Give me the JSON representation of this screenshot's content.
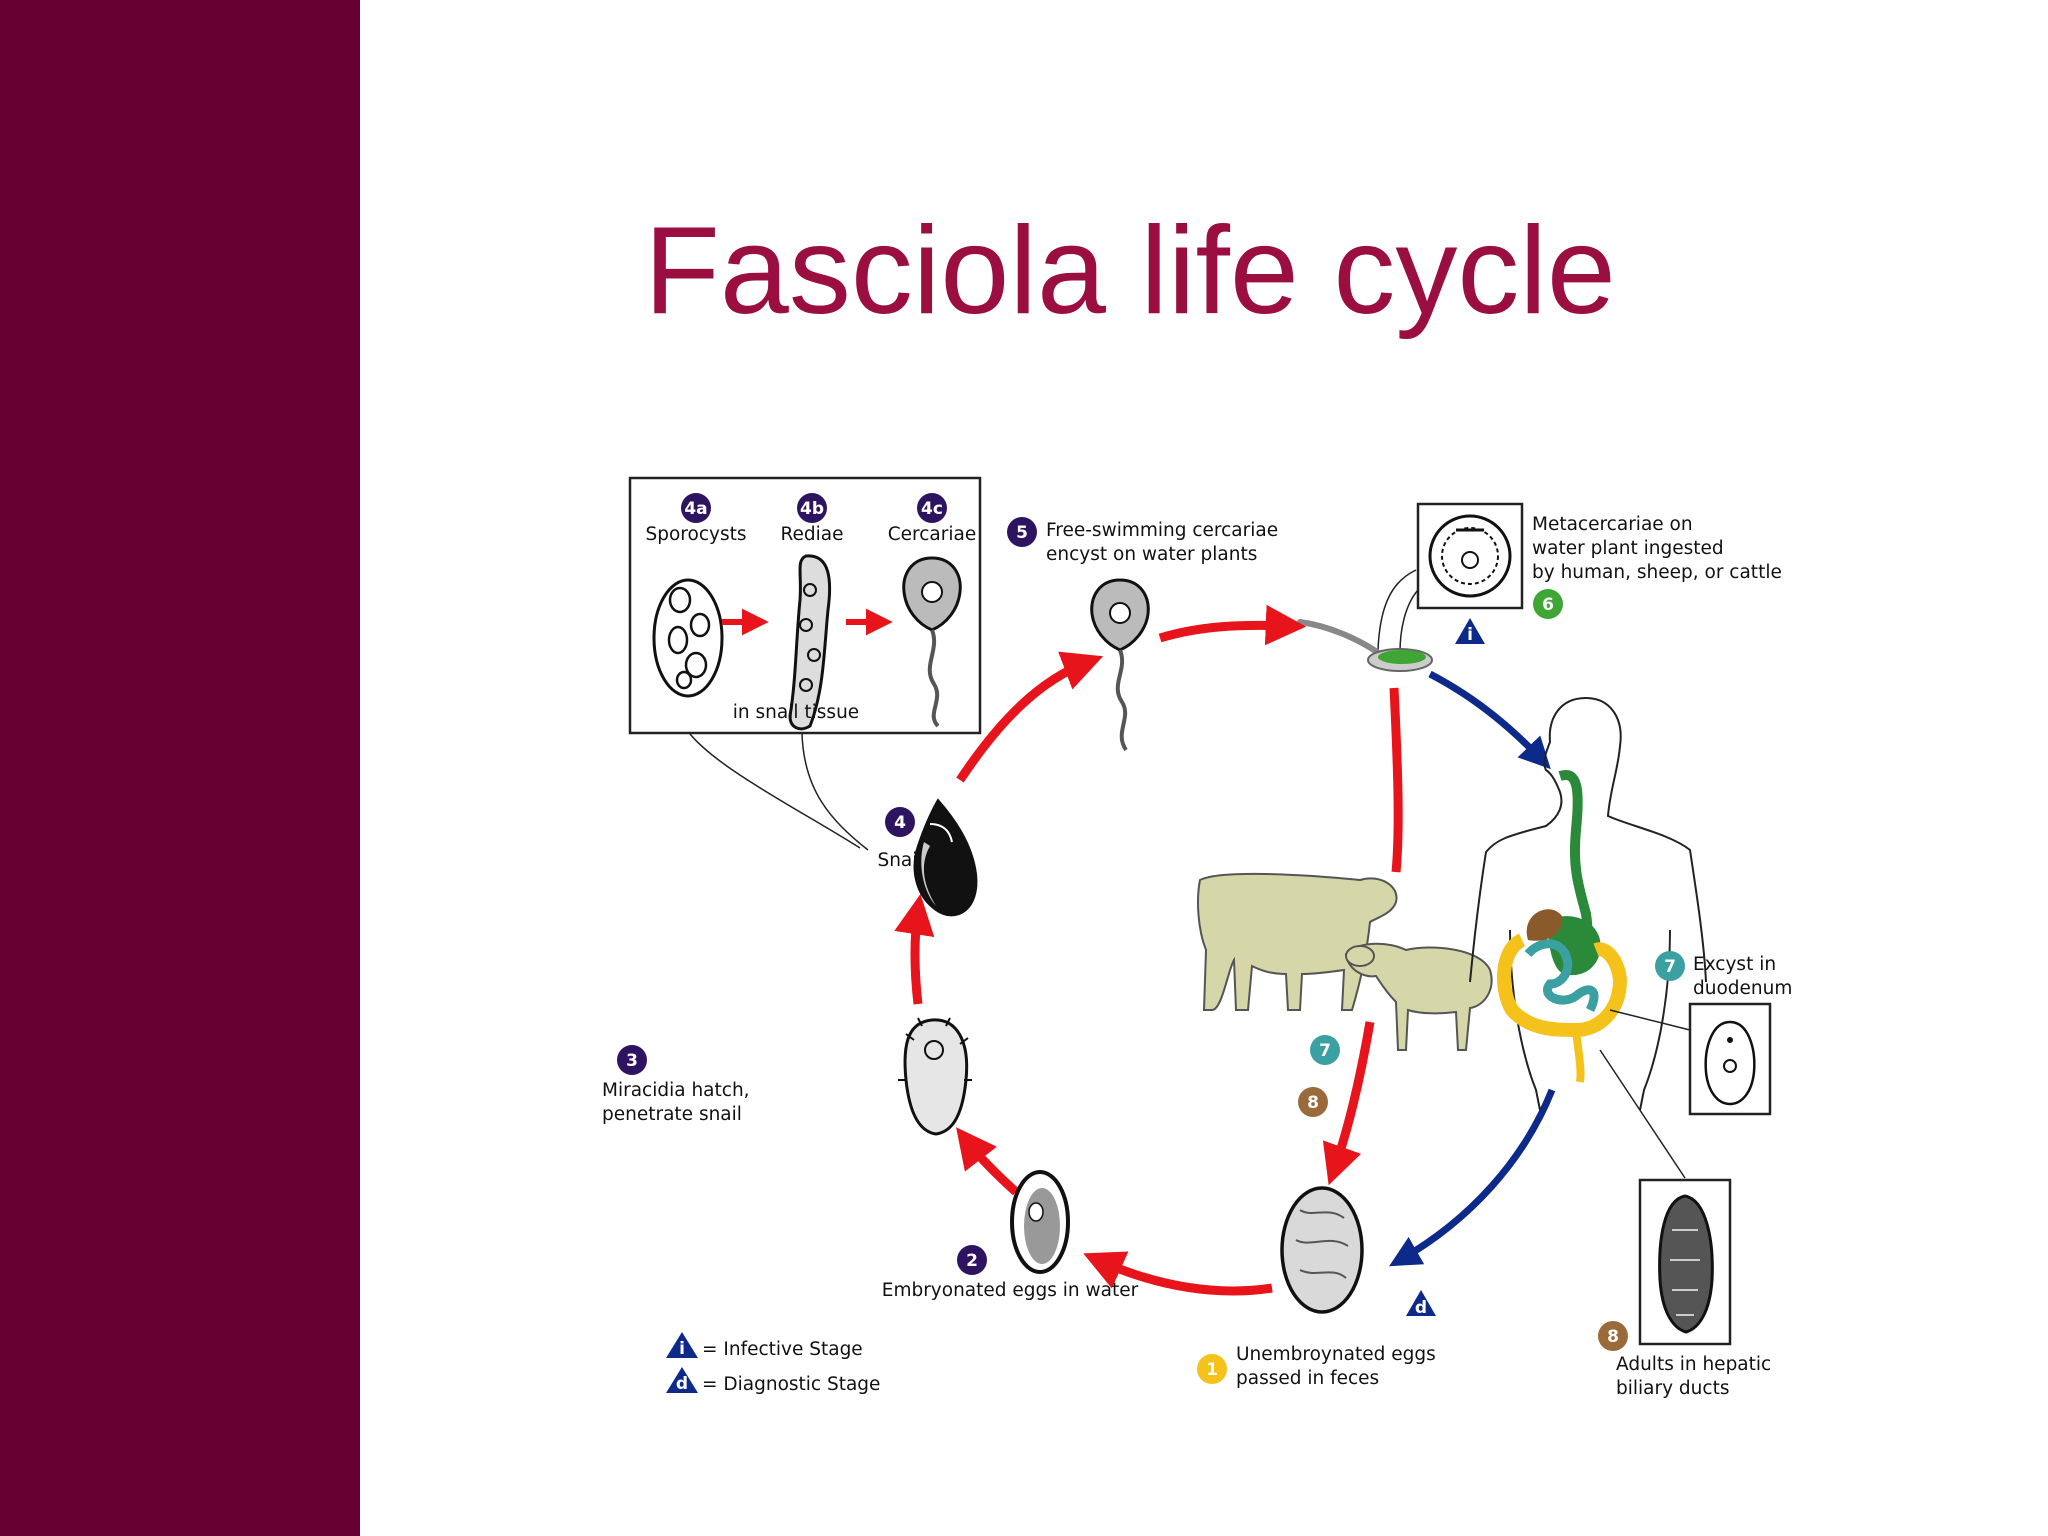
{
  "slide": {
    "title": "Fasciola life cycle",
    "colors": {
      "sidebar": "#660033",
      "title": "#9b0f40"
    }
  },
  "diagram": {
    "colors": {
      "snail_arrows": "#e8141b",
      "human_arrows": "#0d2a8a",
      "badge_purple": "#2e1460",
      "badge_green": "#3fa535",
      "badge_teal": "#3aa0a2",
      "badge_brown": "#9a6a3a",
      "badge_yellow": "#f4c21a",
      "triangle": "#0d2a8a"
    },
    "inset": {
      "stages": [
        {
          "badge": "4a",
          "label": "Sporocysts"
        },
        {
          "badge": "4b",
          "label": "Rediae"
        },
        {
          "badge": "4c",
          "label": "Cercariae"
        }
      ],
      "caption": "in snail tissue"
    },
    "steps": {
      "s5": {
        "badge": "5",
        "line1": "Free-swimming cercariae",
        "line2": "encyst on water plants"
      },
      "s6": {
        "badge": "6",
        "line1": "Metacercariae on",
        "line2": "water plant ingested",
        "line3": "by human, sheep, or cattle"
      },
      "s4": {
        "badge": "4",
        "label": "Snail"
      },
      "s3": {
        "badge": "3",
        "line1": "Miracidia hatch,",
        "line2": "penetrate snail"
      },
      "s2": {
        "badge": "2",
        "label": "Embryonated eggs in water"
      },
      "s1": {
        "badge": "1",
        "line1": "Unembroynated eggs",
        "line2": "passed in feces"
      },
      "s7": {
        "badge": "7",
        "line1": "Excyst in",
        "line2": "duodenum"
      },
      "s7b": {
        "badge": "7"
      },
      "s8": {
        "badge": "8",
        "line1": "Adults in hepatic",
        "line2": "biliary ducts"
      },
      "s8b": {
        "badge": "8"
      }
    },
    "stage_markers": {
      "infective": "i",
      "diagnostic": "d"
    },
    "legend": [
      {
        "symbol": "i",
        "label": "= Infective Stage"
      },
      {
        "symbol": "d",
        "label": "= Diagnostic Stage"
      }
    ]
  }
}
